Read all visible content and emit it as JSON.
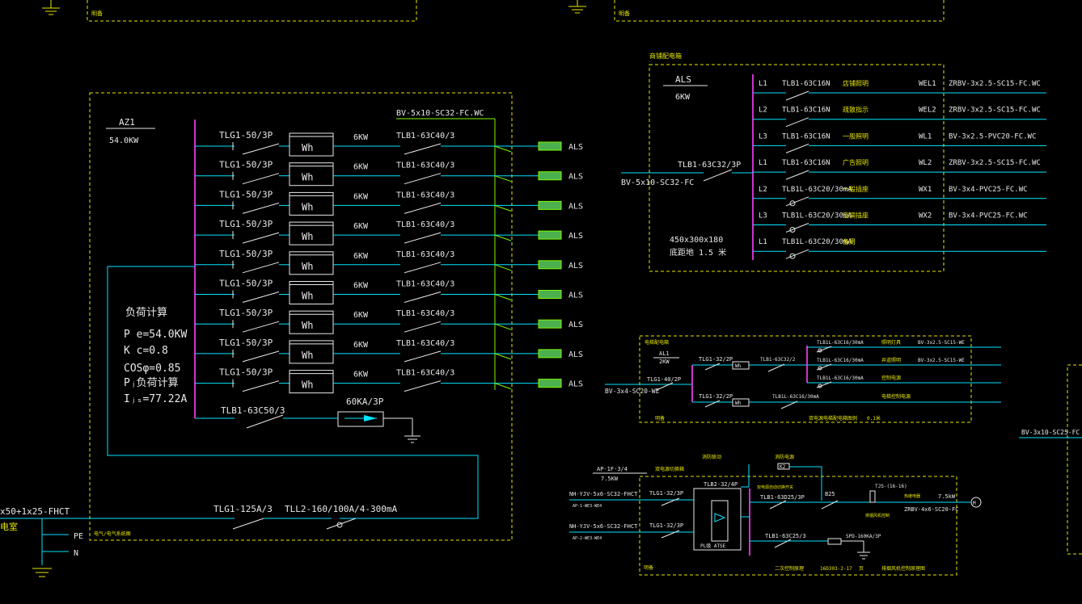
{
  "colors": {
    "background": "#000000",
    "cyan": "#00e5ff",
    "green": "#7CFC00",
    "yellow": "#e6e600",
    "magenta": "#cc33cc",
    "white": "#e8e8e8",
    "meter_fill": "#4caf50"
  },
  "top_left_note": "明备",
  "top_right_note": "明备",
  "az1": {
    "name": "AZ1",
    "power": "54.0KW",
    "incoming_cable": "BV-5x10-SC32-FC.WC",
    "breaker_label": "TLG1-50/3P",
    "meter_label": "Wh",
    "load_label": "6KW",
    "outgoing_breaker": "TLB1-63C40/3",
    "target_label": "ALS",
    "load_calc": {
      "title": "负荷计算",
      "pe": "P e=54.0KW",
      "kc": "K c=0.8",
      "cos": "COSφ=0.85",
      "pj": "Pⱼ负荷计算",
      "ijs": "Iⱼₛ=77.22A"
    },
    "spd_breaker": "TLB1-63C50/3",
    "spd_label": "60KA/3P",
    "main_breaker": "TLG1-125A/3",
    "rcd_breaker": "TLL2-160/100A/4-300mA",
    "incoming_feeder": "x50+1x25-FHCT",
    "incoming_label": "电室",
    "pe_label": "PE",
    "n_label": "N",
    "footer": "电气/电气系统图"
  },
  "als": {
    "heading": "商铺配电箱",
    "name": "ALS",
    "power": "6KW",
    "main_breaker": "TLB1-63C32/3P",
    "incoming_cable": "BV-5x10-SC32-FC",
    "box_size": "450x300x180",
    "install_height": "底距地     1.5  米",
    "circuits": [
      {
        "phase": "L1",
        "breaker": "TLB1-63C16N",
        "use": "店铺照明",
        "id": "WEL1",
        "cable": "ZRBV-3x2.5-SC15-FC.WC"
      },
      {
        "phase": "L2",
        "breaker": "TLB1-63C16N",
        "use": "疏散指示",
        "id": "WEL2",
        "cable": "ZRBV-3x2.5-SC15-FC.WC"
      },
      {
        "phase": "L3",
        "breaker": "TLB1-63C16N",
        "use": "一般照明",
        "id": "WL1",
        "cable": "BV-3x2.5-PVC20-FC.WC"
      },
      {
        "phase": "L1",
        "breaker": "TLB1-63C16N",
        "use": "广告照明",
        "id": "WL2",
        "cable": "ZRBV-3x2.5-SC15-FC.WC"
      },
      {
        "phase": "L2",
        "breaker": "TLB1L-63C20/30mA",
        "use": "一般插座",
        "id": "WX1",
        "cable": "BV-3x4-PVC25-FC.WC"
      },
      {
        "phase": "L3",
        "breaker": "TLB1L-63C20/30mA",
        "use": "空调插座",
        "id": "WX2",
        "cable": "BV-3x4-PVC25-FC.WC"
      },
      {
        "phase": "L1",
        "breaker": "TLB1L-63C20/30mA",
        "use": "备用",
        "id": "",
        "cable": ""
      }
    ]
  },
  "al1": {
    "heading": "电梯配电箱",
    "name": "AL1",
    "power": "2KW",
    "incoming_breaker": "TLG1-40/2P",
    "incoming_cable": "BV-3x4-SC20-WE",
    "breaker_a": "TLG1-32/2P",
    "breaker_b": "TLG1-32/2P",
    "meter": "Wh",
    "meter_b": "Wh",
    "sub_breaker_a": "TLB1-63C32/2",
    "sub_breaker_b": "TLB1L-63C16/30mA",
    "branches": [
      {
        "breaker": "TLB1L-63C16/30mA",
        "use": "照明灯具",
        "cable": "BV-3x2.5-SC15-WE"
      },
      {
        "breaker": "TLB1L-63C16/30mA",
        "use": "井道照明",
        "cable": "BV-3x2.5-SC15-WE"
      },
      {
        "breaker": "TLB1L-63C16/30mA",
        "use": "控制电源",
        "cable": ""
      }
    ],
    "branch_b_use": "电梯控制电源",
    "footer_left": "明备",
    "footer_mid": "双电源电梯配电箱图例",
    "footer_right": "0.1米"
  },
  "ap": {
    "name": "AP-1F-3/4",
    "power": "7.5KW",
    "top_note": "双电源切换箱",
    "fire_note": "消防联动",
    "note2": "消防电源",
    "relay": "K2",
    "feeder1": "NH-YJV-5x6-SC32-FHCT",
    "feeder1_sub": "AP-1-WE3-WE4",
    "feeder2": "NH-YJV-5x6-SC32-FHCT",
    "feeder2_sub": "AP-2-WE3-WE4",
    "breaker1": "TLG1-32/3P",
    "breaker2": "TLG1-32/3P",
    "ats": "TLB2-32/4P",
    "ats_label": "PL级 ATSE",
    "ats_note": "双电源自动切换开关",
    "out_breaker": "TLB1-63D25/3P",
    "contact": "B25",
    "relay_label": "TJS-(16-16)",
    "relay_note": "热继电器",
    "motor_power": "7.5kW",
    "out_cable": "ZRBV-4x6-SC20-FC",
    "out_note": "排烟风机控制",
    "spd_breaker": "TLB1-63C25/3",
    "spd": "SPD-160KA/3P",
    "motor": "M",
    "footer_left": "明备",
    "footer_mid1": "二次控制原理",
    "footer_mid2": "16D303-2-17",
    "footer_mid3": "页",
    "footer_right": "排烟风机控制原理图"
  },
  "right_edge": {
    "cable": "BV-3x10-SC25-FC"
  }
}
